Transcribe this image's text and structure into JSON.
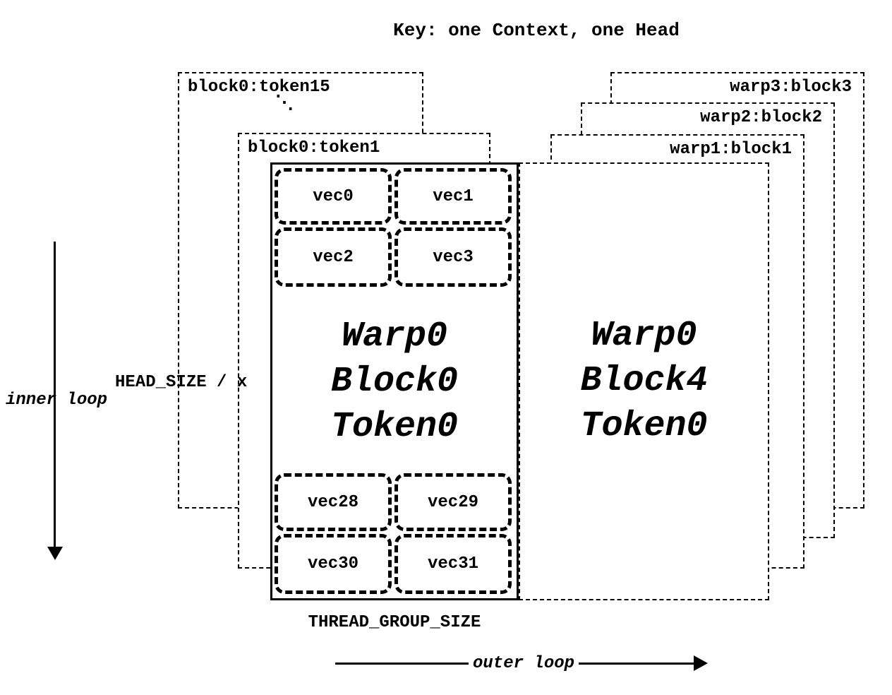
{
  "title": "Key: one Context, one Head",
  "left_stack": {
    "outer_box_label": "block0:token15",
    "ellipsis": "⋱",
    "middle_box_label": "block0:token1",
    "main_box": {
      "top_vecs": [
        "vec0",
        "vec1",
        "vec2",
        "vec3"
      ],
      "label_lines": [
        "Warp0",
        "Block0",
        "Token0"
      ],
      "bottom_vecs": [
        "vec28",
        "vec29",
        "vec30",
        "vec31"
      ]
    }
  },
  "right_stack": {
    "box_labels": [
      "warp3:block3",
      "warp2:block2",
      "warp1:block1"
    ],
    "main_box": {
      "label_lines": [
        "Warp0",
        "Block4",
        "Token0"
      ]
    }
  },
  "annotations": {
    "head_size": "HEAD_SIZE / x",
    "inner_loop": "inner loop",
    "thread_group_size": "THREAD_GROUP_SIZE",
    "outer_loop": "outer loop"
  }
}
